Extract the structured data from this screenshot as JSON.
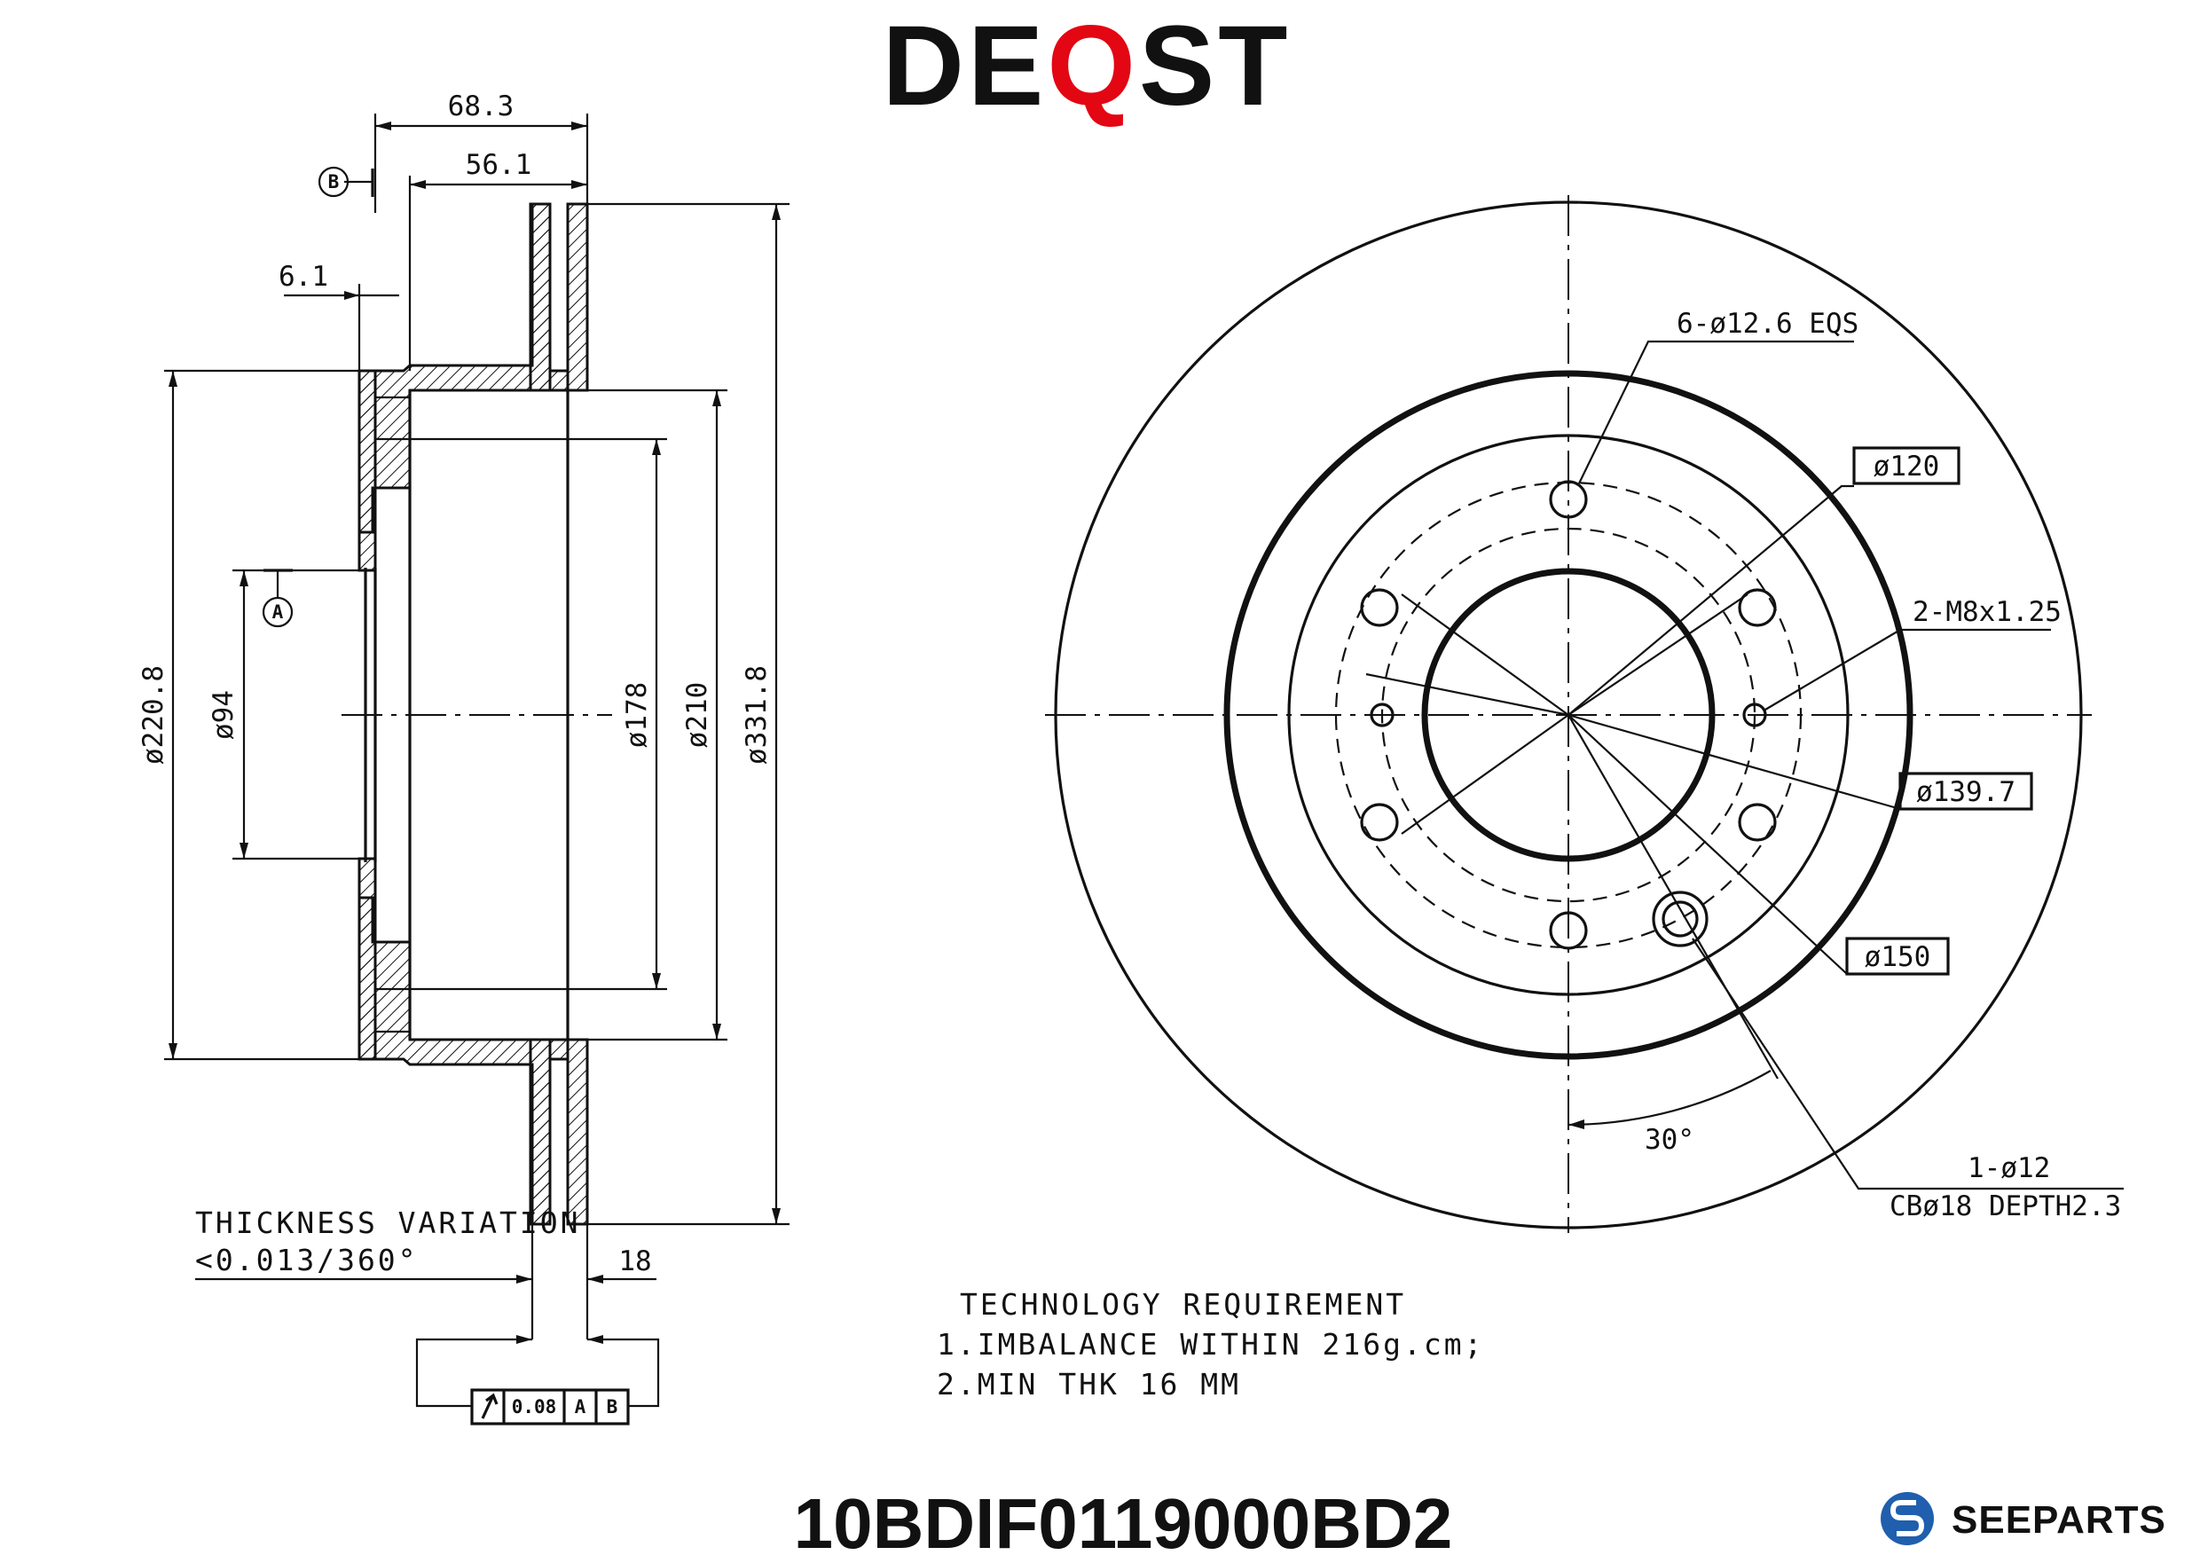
{
  "brand": {
    "part1": "DE",
    "part2": "Q",
    "part3": "ST",
    "accent_color": "#e30613"
  },
  "part_number": "10BDIF0119000BD2",
  "footer_logo": {
    "text": "SEEPARTS",
    "icon": "seeparts-s-icon",
    "color": "#1f5fae"
  },
  "side_view": {
    "dim_overall_width": "68.3",
    "dim_hat_width": "56.1",
    "dim_flange": "6.1",
    "dim_outer_diameter": "ø331.8",
    "dim_hat_outer": "ø220.8",
    "dim_center_bore": "ø94",
    "dim_inner_1": "ø178",
    "dim_inner_2": "ø210",
    "dim_thickness": "18",
    "datum_a": "A",
    "datum_b": "B",
    "thickness_variation_label": "THICKNESS VARIATION",
    "thickness_variation_value": "<0.013/360°",
    "tolerance_box": {
      "symbol": "runout-icon",
      "value": "0.08",
      "ref1": "A",
      "ref2": "B"
    }
  },
  "front_view": {
    "holes_label": "6-ø12.6 EQS",
    "pcd_120": "ø120",
    "threads": "2-M8x1.25",
    "pcd_139_7": "ø139.7",
    "pcd_150": "ø150",
    "angle": "30°",
    "hole_single": "1-ø12",
    "counterbore": "CBø18 DEPTH2.3"
  },
  "requirements": {
    "title": "TECHNOLOGY REQUIREMENT",
    "line1": "1.IMBALANCE WITHIN 216g.cm;",
    "line2": "2.MIN THK 16 MM"
  }
}
